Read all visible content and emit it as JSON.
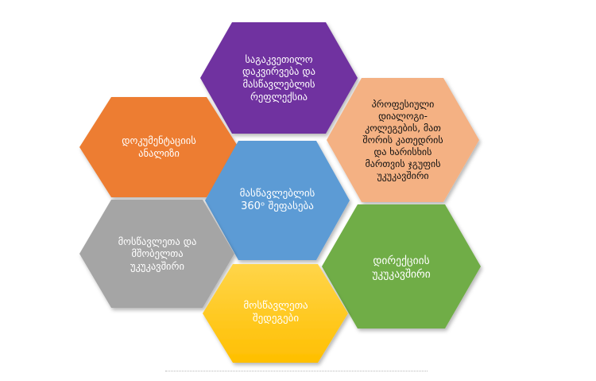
{
  "diagram": {
    "center": {
      "label": "მასწავლებლის\n360ᵒ შეფასება",
      "color": "#5b9bd5"
    },
    "top": {
      "label": "საგაკვეთილო\nდაკვირვება და\nმასწავლებლის\nრეფლექსია",
      "color": "#7030a0"
    },
    "upper_right": {
      "label": "პროფესიული\nდიალოგი-\nკოლეგების, მათ\nშორის კათედრის\nდა ხარისხის\nმართვის ჯგუფის\nუკუკავშირი",
      "color": "#f4b183"
    },
    "upper_left": {
      "label": "დოკუმენტაციის\nანალიზი",
      "color": "#ed7d31"
    },
    "lower_left": {
      "label": "მოსწავლეთა და\nმშობელთა\nუკუკავშირი",
      "color": "#a5a5a5"
    },
    "lower_right": {
      "label": "დირექციის\nუკუკავშირი",
      "color": "#70ad47"
    },
    "bottom": {
      "label": "მოსწავლეთა\nშედეგები",
      "color": "#ffc000"
    }
  }
}
